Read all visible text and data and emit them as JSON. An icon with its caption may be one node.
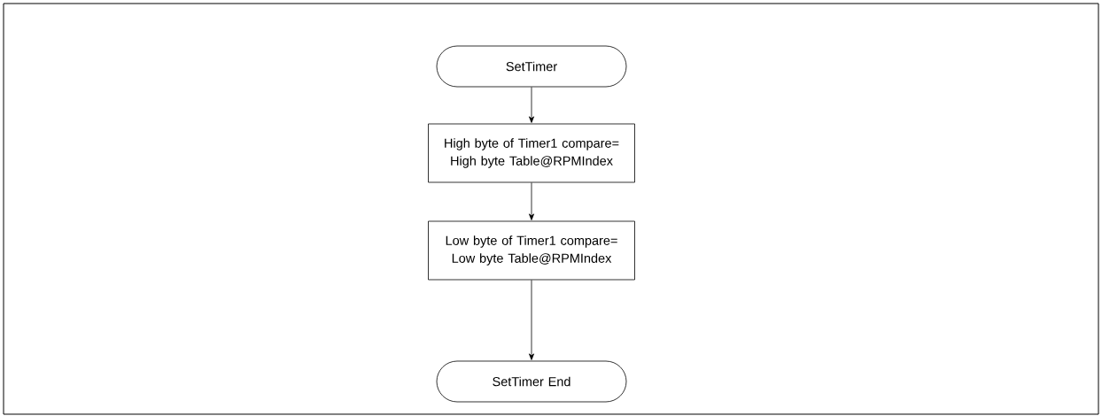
{
  "diagram": {
    "nodes": [
      {
        "text": [
          "SetTimer"
        ]
      },
      {
        "text": [
          "High byte of Timer1 compare= High byte Table@RPMIndex"
        ]
      },
      {
        "text": [
          "Low byte of Timer1 compare= Low byte Table@RPMIndex"
        ]
      },
      {
        "text": [
          "SetTimer End"
        ]
      }
    ],
    "edges": [
      {
        "from": 0,
        "to": 1,
        "arrow": "to"
      },
      {
        "from": 1,
        "to": 2,
        "arrow": "to"
      },
      {
        "from": 2,
        "to": 3,
        "arrow": "to"
      }
    ]
  }
}
